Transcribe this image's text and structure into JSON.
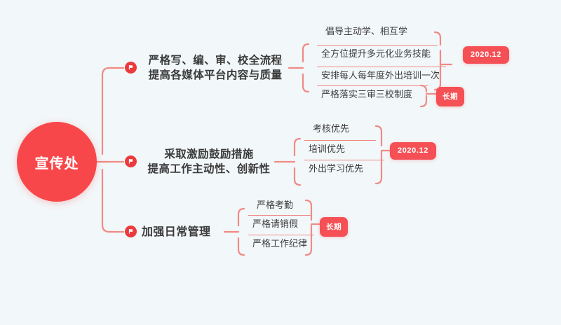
{
  "theme": {
    "background": "#f2f7f9",
    "accent": "#f8474a",
    "line": "#f08a86",
    "badge": "#f55055",
    "text_dark": "#3a3a3a",
    "text_leaf": "#3c3c3c",
    "root_text": "#ffffff"
  },
  "root": {
    "label": "宣传处"
  },
  "branches": [
    {
      "id": "branch-1",
      "bullet_icon": "flag-icon",
      "title_line1": "严格写、编、审、校全流程",
      "title_line2": "提高各媒体平台内容与质量",
      "groups": [
        {
          "id": "group-1a",
          "items": [
            "倡导主动学、相互学",
            "全方位提升多元化业务技能",
            "安排每人每年度外出培训一次"
          ],
          "badge": "2020.12"
        },
        {
          "id": "group-1b",
          "items": [
            "严格落实三审三校制度"
          ],
          "badge": "长期"
        }
      ]
    },
    {
      "id": "branch-2",
      "bullet_icon": "flag-icon",
      "title_line1": "采取激励鼓励措施",
      "title_line2": "提高工作主动性、创新性",
      "groups": [
        {
          "id": "group-2a",
          "items": [
            "考核优先",
            "培训优先",
            "外出学习优先"
          ],
          "badge": "2020.12"
        }
      ]
    },
    {
      "id": "branch-3",
      "bullet_icon": "flag-icon",
      "title_line1": "加强日常管理",
      "title_line2": "",
      "groups": [
        {
          "id": "group-3a",
          "items": [
            "严格考勤",
            "严格请销假",
            "严格工作纪律"
          ],
          "badge": "长期"
        }
      ]
    }
  ]
}
